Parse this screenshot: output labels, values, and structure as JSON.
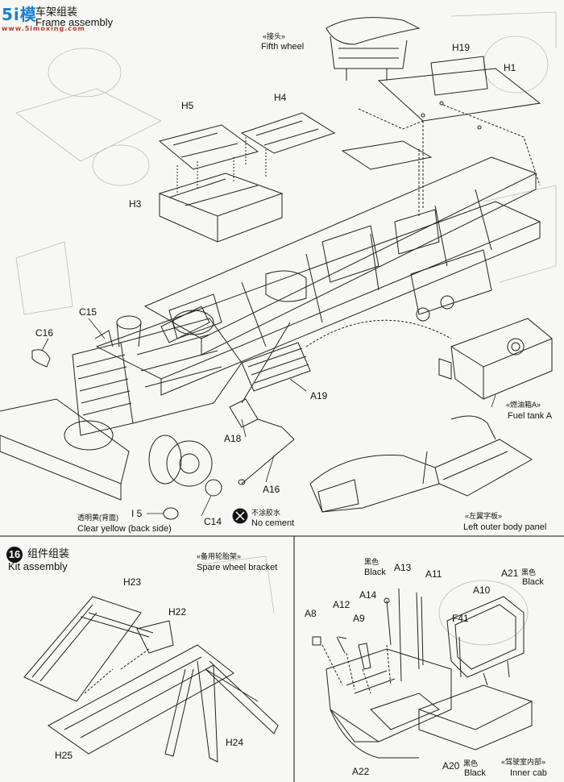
{
  "watermark": {
    "text": "5i模",
    "sub": "www.5imoxing.com"
  },
  "step15": {
    "title_cn": "车架组装",
    "title_en": "Frame assembly",
    "labels": {
      "fifth_wheel_cn": "«接头»",
      "fifth_wheel_en": "Fifth wheel",
      "h19": "H19",
      "h1": "H1",
      "h5": "H5",
      "h4": "H4",
      "h3": "H3",
      "c15": "C15",
      "c16": "C16",
      "a19": "A19",
      "a18": "A18",
      "a16": "A16",
      "c14": "C14",
      "i5": "I 5",
      "fuel_tank_cn": "«燃油箱A»",
      "fuel_tank_en": "Fuel tank A",
      "body_panel_cn": "«左翼字板»",
      "body_panel_en": "Left outer body panel",
      "clear_yellow_cn": "透明黄(背面)",
      "clear_yellow_en": "Clear yellow (back side)",
      "no_cement_cn": "不涂胶水",
      "no_cement_en": "No cement"
    }
  },
  "step16": {
    "number": "16",
    "title_cn": "组件组装",
    "title_en": "Kit assembly",
    "spare_cn": "«备用轮胎架»",
    "spare_en": "Spare wheel bracket",
    "labels": {
      "h23": "H23",
      "h22": "H22",
      "h24": "H24",
      "h25": "H25"
    }
  },
  "cab": {
    "labels": {
      "black_cn": "黑色",
      "black_en": "Black",
      "a13": "A13",
      "a11": "A11",
      "a21": "A21",
      "a21_cn": "黑色",
      "a21_en": "Black",
      "a14": "A14",
      "a10": "A10",
      "a12": "A12",
      "a8": "A8",
      "a9": "A9",
      "f41": "F41",
      "a22": "A22",
      "a20": "A20",
      "a20_cn": "黑色",
      "a20_en": "Black",
      "inner_cab_cn": "«驾驶室内部»",
      "inner_cab_en": "Inner cab"
    }
  },
  "colors": {
    "ink": "#111111",
    "paper": "#f7f7f5",
    "logo": "#1a7fd0"
  }
}
